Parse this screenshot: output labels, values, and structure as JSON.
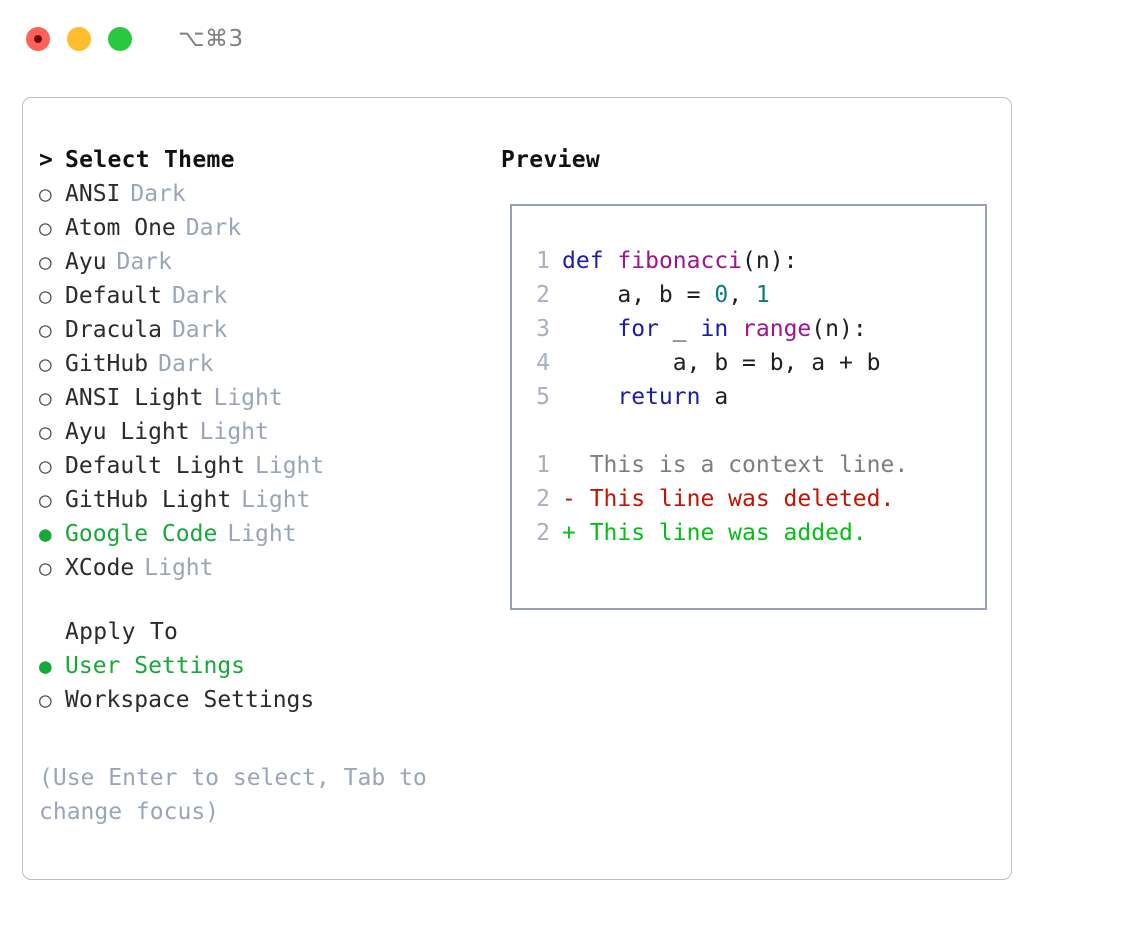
{
  "titlebar": {
    "traffic_lights": [
      {
        "name": "close",
        "color": "#FF6058",
        "recording": true
      },
      {
        "name": "minimize",
        "color": "#FFBD2E",
        "recording": false
      },
      {
        "name": "zoom",
        "color": "#28C840",
        "recording": false
      }
    ],
    "shortcut": "⌥⌘3"
  },
  "left": {
    "prompt_marker": ">",
    "heading": "Select Theme",
    "themes": [
      {
        "marker": "○",
        "name": "ANSI",
        "tag": "Dark",
        "selected": false
      },
      {
        "marker": "○",
        "name": "Atom One",
        "tag": "Dark",
        "selected": false
      },
      {
        "marker": "○",
        "name": "Ayu",
        "tag": "Dark",
        "selected": false
      },
      {
        "marker": "○",
        "name": "Default",
        "tag": "Dark",
        "selected": false
      },
      {
        "marker": "○",
        "name": "Dracula",
        "tag": "Dark",
        "selected": false
      },
      {
        "marker": "○",
        "name": "GitHub",
        "tag": "Dark",
        "selected": false
      },
      {
        "marker": "○",
        "name": "ANSI Light",
        "tag": "Light",
        "selected": false
      },
      {
        "marker": "○",
        "name": "Ayu Light",
        "tag": "Light",
        "selected": false
      },
      {
        "marker": "○",
        "name": "Default Light",
        "tag": "Light",
        "selected": false
      },
      {
        "marker": "○",
        "name": "GitHub Light",
        "tag": "Light",
        "selected": false
      },
      {
        "marker": "●",
        "name": "Google Code",
        "tag": "Light",
        "selected": true
      },
      {
        "marker": "○",
        "name": "XCode",
        "tag": "Light",
        "selected": false
      }
    ],
    "apply_to": {
      "heading": "Apply To",
      "options": [
        {
          "marker": "●",
          "name": "User Settings",
          "selected": true
        },
        {
          "marker": "○",
          "name": "Workspace Settings",
          "selected": false
        }
      ]
    },
    "hint": "(Use Enter to select, Tab to change focus)"
  },
  "right": {
    "preview_title": "Preview",
    "code_lines": [
      {
        "num": "1",
        "tokens": [
          {
            "t": "def",
            "c": "kw"
          },
          {
            "t": " ",
            "c": "plain"
          },
          {
            "t": "fibonacci",
            "c": "fn"
          },
          {
            "t": "(n):",
            "c": "plain"
          }
        ]
      },
      {
        "num": "2",
        "tokens": [
          {
            "t": "    a, b = ",
            "c": "plain"
          },
          {
            "t": "0",
            "c": "num"
          },
          {
            "t": ", ",
            "c": "plain"
          },
          {
            "t": "1",
            "c": "num"
          }
        ]
      },
      {
        "num": "3",
        "tokens": [
          {
            "t": "    ",
            "c": "plain"
          },
          {
            "t": "for",
            "c": "kw"
          },
          {
            "t": " _ ",
            "c": "plain"
          },
          {
            "t": "in",
            "c": "kw"
          },
          {
            "t": " ",
            "c": "plain"
          },
          {
            "t": "range",
            "c": "fn"
          },
          {
            "t": "(n):",
            "c": "plain"
          }
        ]
      },
      {
        "num": "4",
        "tokens": [
          {
            "t": "        a, b = b, a + b",
            "c": "plain"
          }
        ]
      },
      {
        "num": "5",
        "tokens": [
          {
            "t": "    ",
            "c": "plain"
          },
          {
            "t": "return",
            "c": "kw"
          },
          {
            "t": " a",
            "c": "plain"
          }
        ]
      }
    ],
    "diff_lines": [
      {
        "num": "1",
        "kind": "context",
        "text": "  This is a context line."
      },
      {
        "num": "2",
        "kind": "deleted",
        "text": "- This line was deleted."
      },
      {
        "num": "2",
        "kind": "added",
        "text": "+ This line was added."
      }
    ]
  },
  "colors": {
    "accent_green": "#17A83A",
    "keyword": "#1B1BAF",
    "function": "#A0128E",
    "number": "#0E7C7B",
    "muted": "#9AA5B8",
    "diff_added": "#00C113",
    "diff_deleted": "#C41200",
    "border": "#96A0B4"
  }
}
